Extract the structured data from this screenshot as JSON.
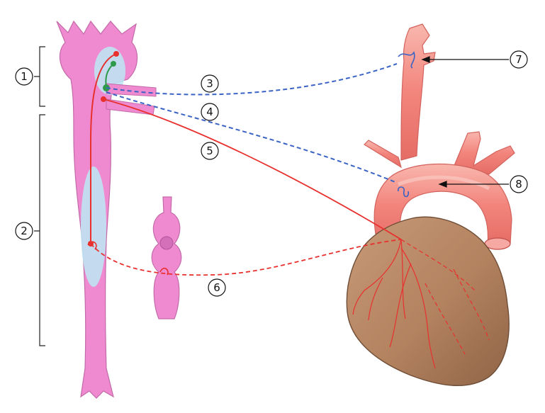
{
  "callouts": [
    {
      "label": "1"
    },
    {
      "label": "2"
    },
    {
      "label": "3"
    },
    {
      "label": "4"
    },
    {
      "label": "5"
    },
    {
      "label": "6"
    },
    {
      "label": "7"
    },
    {
      "label": "8"
    }
  ],
  "colors": {
    "spinal_cord": "#f08ad0",
    "spinal_cord_outline": "#c26aa8",
    "canal": "#bfe3f2",
    "efferent_nerve": "#e8302e",
    "afferent_nerve": "#3a63c4",
    "interneuron": "#2e9b4a",
    "artery": "#f2837c",
    "artery_highlight": "#f7b3ab",
    "artery_outline": "#d2625c",
    "heart": "#b98a68",
    "heart_outline": "#6f4d36",
    "bracket": "#222222"
  }
}
